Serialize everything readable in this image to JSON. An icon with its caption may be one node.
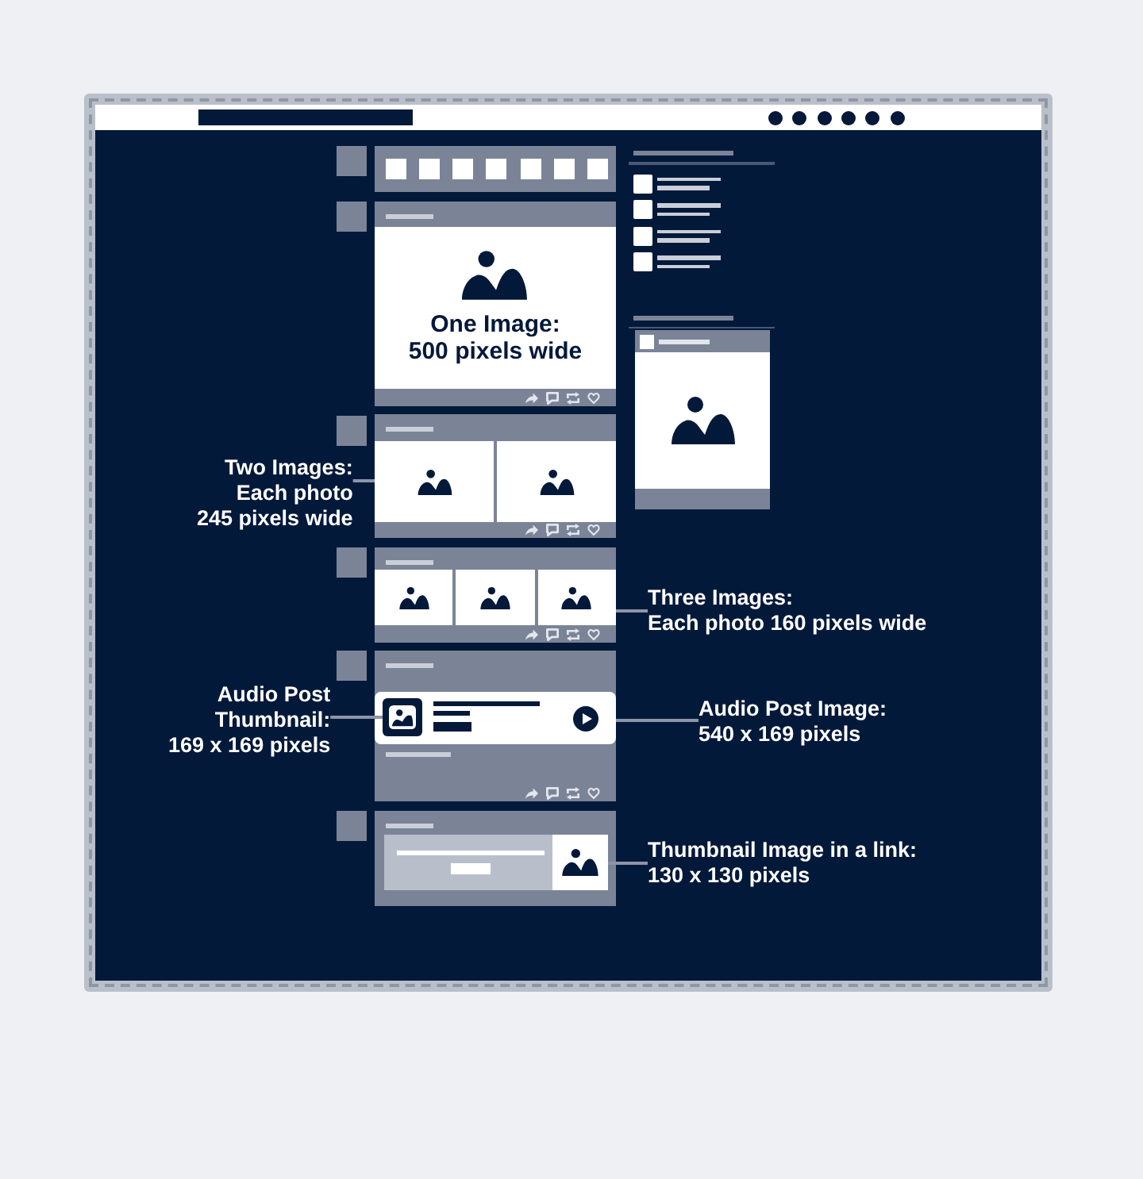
{
  "diagram": {
    "nodes": [
      {
        "text": [],
        "shape": "box"
      },
      {
        "text": [
          "One Image: 500 pixels wide"
        ],
        "in": 0
      },
      {
        "text": [
          "Two Images: Each photo 245 pixels wide"
        ]
      },
      {
        "text": [],
        "shape": "box"
      },
      {
        "text": [
          "Three Images: Each photo 160 pixels wide"
        ]
      },
      {
        "text": [],
        "shape": "box"
      },
      {
        "text": [
          "Audio Post Thumbnail: 169 x 169 pixels"
        ]
      },
      {
        "text": [],
        "shape": "box"
      },
      {
        "text": [],
        "shape": "box",
        "in": 7
      },
      {
        "text": [],
        "shape": "picture",
        "in": 8
      },
      {
        "text": [
          "Audio Post Image: 540 x 169 pixels"
        ]
      },
      {
        "text": [],
        "shape": "box"
      },
      {
        "text": [],
        "shape": "picture",
        "in": 11
      },
      {
        "text": [
          "Thumbnail Image in a link: 130 x 130 pixels"
        ]
      }
    ],
    "edges": [
      {
        "from": 2,
        "to": 3,
        "arrow": "none"
      },
      {
        "from": 4,
        "to": 5,
        "arrow": "none"
      },
      {
        "from": 6,
        "to": 9,
        "arrow": "none"
      },
      {
        "from": 10,
        "to": 8,
        "arrow": "none"
      },
      {
        "from": 13,
        "to": 12,
        "arrow": "none"
      }
    ]
  }
}
